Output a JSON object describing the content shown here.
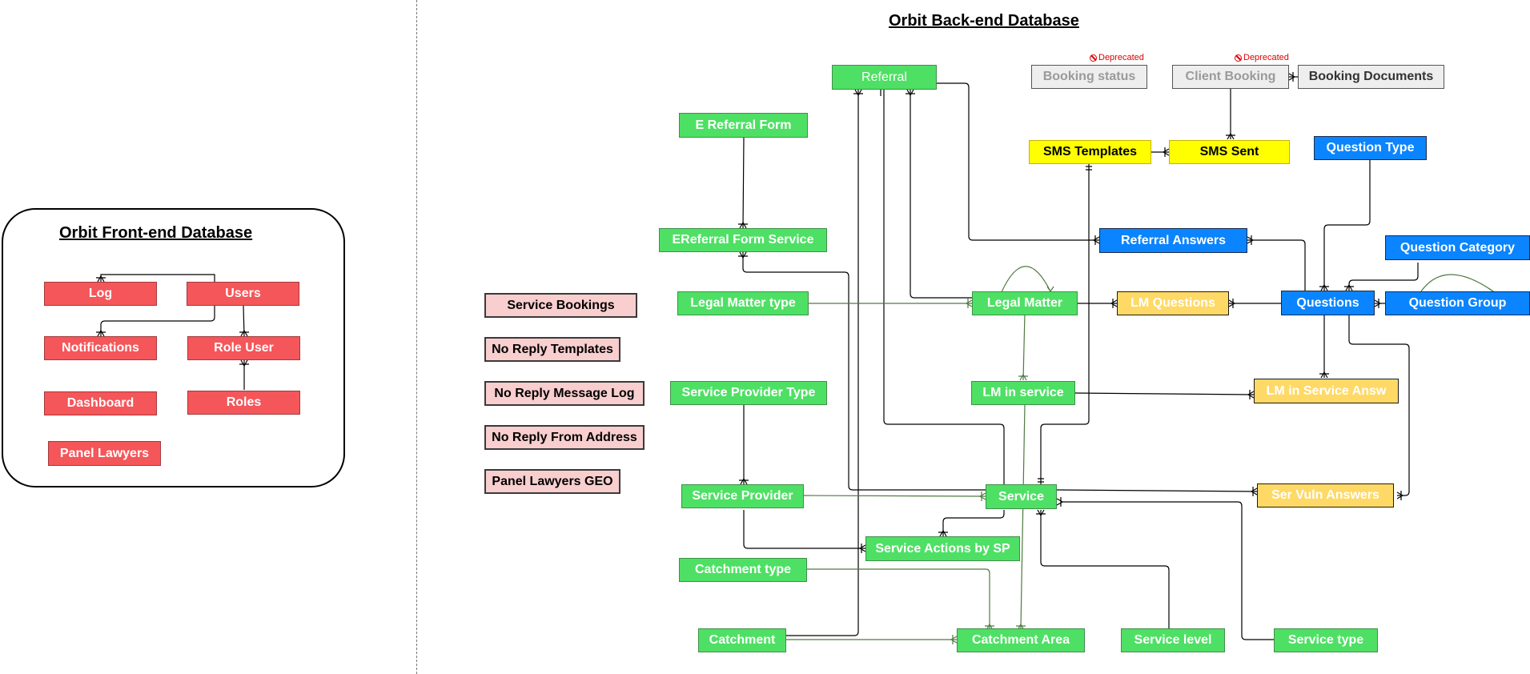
{
  "titles": {
    "frontend": "Orbit Front-end Database",
    "backend": "Orbit Back-end Database"
  },
  "deprecated_label": "Deprecated",
  "frontend_tables": {
    "log": "Log",
    "users": "Users",
    "notifications": "Notifications",
    "role_user": "Role User",
    "dashboard": "Dashboard",
    "roles": "Roles",
    "panel_lawyers": "Panel Lawyers"
  },
  "standalone_tables": {
    "service_bookings": "Service Bookings",
    "no_reply_templates": "No Reply Templates",
    "no_reply_message_log": "No Reply Message Log",
    "no_reply_from_address": "No Reply From Address",
    "panel_lawyers_geo": "Panel Lawyers GEO"
  },
  "backend_tables": {
    "referral": "Referral",
    "booking_status": "Booking status",
    "client_booking": "Client Booking",
    "booking_documents": "Booking Documents",
    "e_referral_form": "E Referral Form",
    "sms_templates": "SMS Templates",
    "sms_sent": "SMS Sent",
    "question_type": "Question Type",
    "ereferral_form_service": "EReferral Form Service",
    "referral_answers": "Referral Answers",
    "question_category": "Question Category",
    "legal_matter_type": "Legal Matter type",
    "legal_matter": "Legal Matter",
    "lm_questions": "LM Questions",
    "questions": "Questions",
    "question_group": "Question Group",
    "service_provider_type": "Service Provider Type",
    "lm_in_service": "LM in service",
    "lm_in_service_answ": "LM in Service Answ",
    "service_provider": "Service Provider",
    "service": "Service",
    "ser_vuln_answers": "Ser Vuln Answers",
    "service_actions_by_sp": "Service Actions by SP",
    "catchment_type": "Catchment type",
    "catchment": "Catchment",
    "catchment_area": "Catchment Area",
    "service_level": "Service level",
    "service_type": "Service type"
  },
  "colors": {
    "core_table": "#4ee064",
    "question_table": "#0a84ff",
    "sms_table": "#ffff00",
    "answer_table": "#ffd966",
    "deprecated_table": "#eeeeee",
    "frontend_table": "#f4565a",
    "standalone_table": "#f9cece",
    "deprecated_text": "#e00000"
  }
}
